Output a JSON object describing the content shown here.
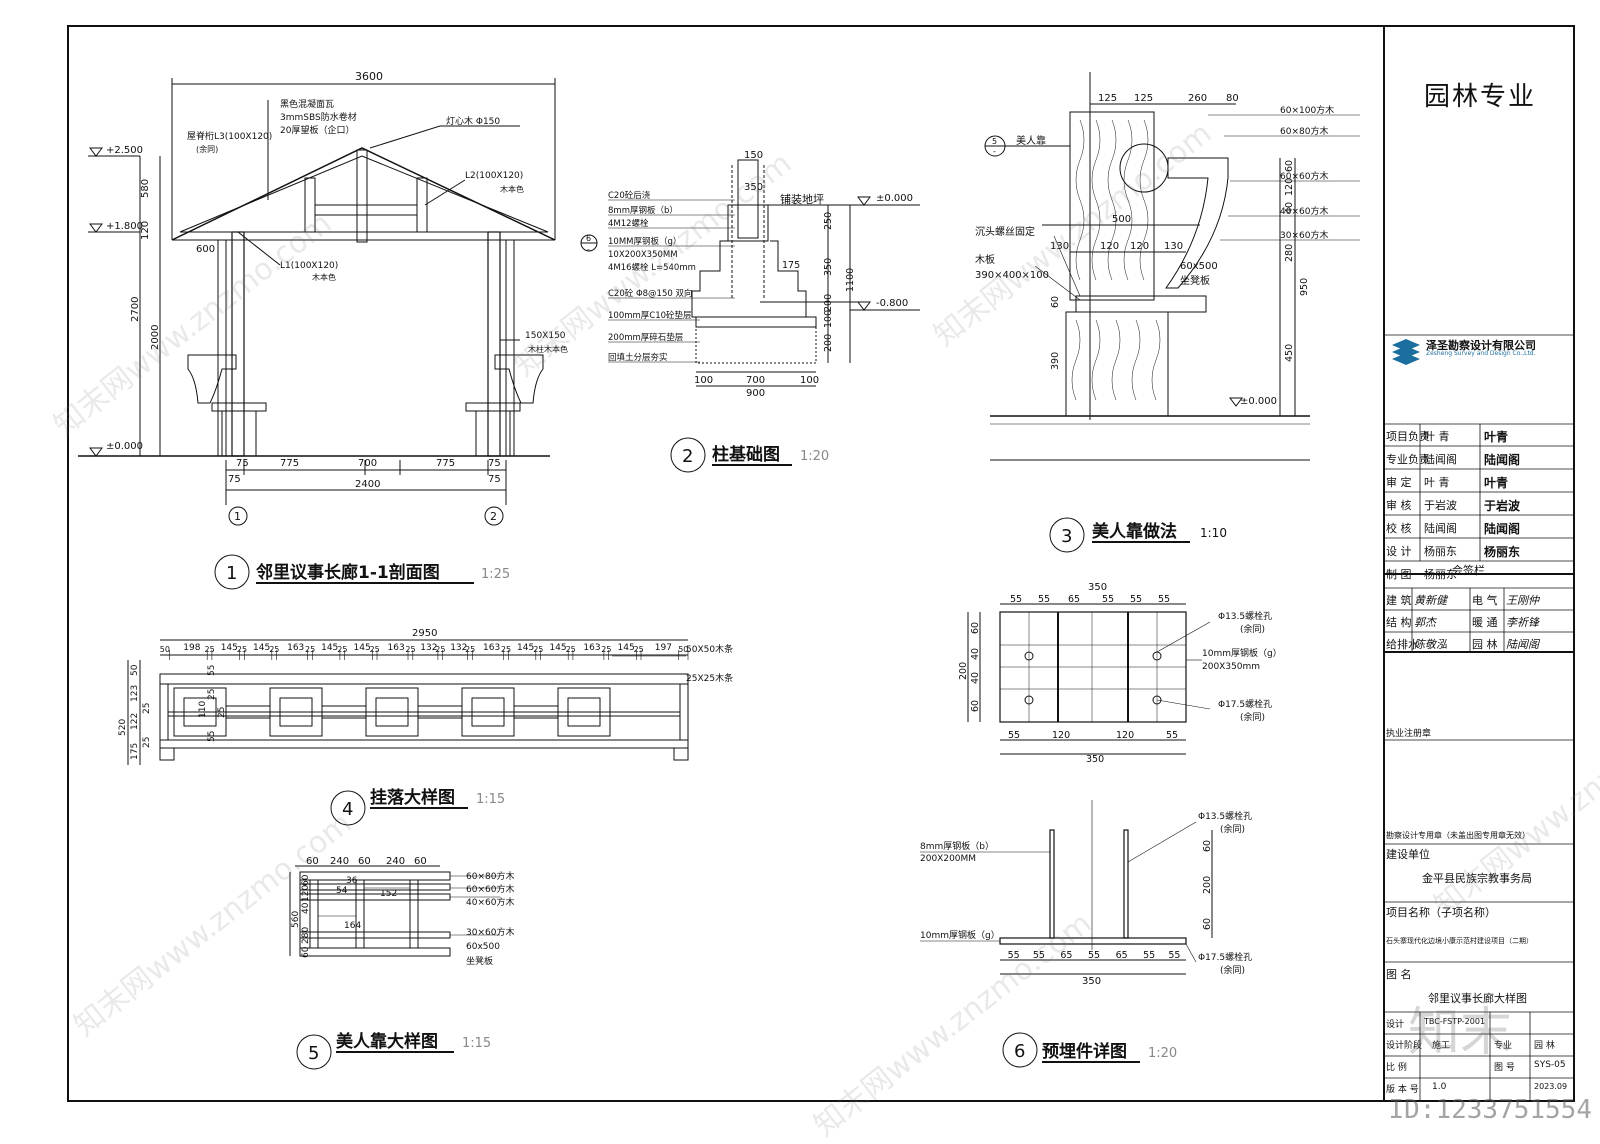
{
  "titleblock": {
    "discipline": "园林专业",
    "company": "泽圣勘察设计有限公司",
    "company_en": "Zesheng Survey and Design Co.,Ltd.",
    "roles": [
      {
        "role": "项目负责",
        "name": "叶 青",
        "sign": "叶青"
      },
      {
        "role": "专业负责",
        "name": "陆闻阁",
        "sign": "陆闻阁"
      },
      {
        "role": "审 定",
        "name": "叶 青",
        "sign": "叶青"
      },
      {
        "role": "审 核",
        "name": "于岩波",
        "sign": "于岩波"
      },
      {
        "role": "校 核",
        "name": "陆闻阁",
        "sign": "陆闻阁"
      },
      {
        "role": "设 计",
        "name": "杨丽东",
        "sign": "杨丽东"
      },
      {
        "role": "制 图",
        "name": "杨丽东",
        "sign": ""
      }
    ],
    "countersign_title": "会签栏",
    "countersign": [
      {
        "a": "建 筑",
        "as": "黄新健",
        "b": "电 气",
        "bs": "王刚仲"
      },
      {
        "a": "结 构",
        "as": "郭杰",
        "b": "暖 通",
        "bs": "李祈锋"
      },
      {
        "a": "给排水",
        "as": "陈敬泓",
        "b": "园 林",
        "bs": "陆闻阁"
      }
    ],
    "reg_stamp": "执业注册章",
    "survey_stamp": "勘察设计专用章（未盖出图专用章无效）",
    "client_label": "建设单位",
    "client": "金平县民族宗教事务局",
    "project_label": "项目名称（子项名称）",
    "project": "石头寨现代化边境小康示范村建设项目（二期）",
    "drawing_label": "图 名",
    "drawing": "邻里议事长廊大样图",
    "row_design": "设计",
    "row_design_no": "TBC-FSTP-2001",
    "row_stage": "设计阶段",
    "row_stage_val": "施工",
    "row_major": "专业",
    "row_major_val": "园 林",
    "row_scale": "比 例",
    "row_sheet": "图 号",
    "row_sheet_val": "SYS-05",
    "row_version": "版 本 号",
    "row_version_val": "1.0",
    "row_date_val": "2023.09"
  },
  "views": {
    "v1": {
      "num": "1",
      "title": "邻里议事长廊1-1剖面图",
      "scale": "1:25"
    },
    "v2": {
      "num": "2",
      "title": "柱基础图",
      "scale": "1:20"
    },
    "v3": {
      "num": "3",
      "title": "美人靠做法",
      "scale": "1:10"
    },
    "v4": {
      "num": "4",
      "title": "挂落大样图",
      "scale": "1:15"
    },
    "v5": {
      "num": "5",
      "title": "美人靠大样图",
      "scale": "1:15"
    },
    "v6": {
      "num": "6",
      "title": "预埋件详图",
      "scale": "1:20"
    }
  },
  "v1_labels": {
    "top": "3600",
    "e1": "+2.500",
    "e2": "+1.800",
    "e3": "±0.000",
    "n1": "黑色混凝面瓦",
    "n2": "3mmSBS防水卷材",
    "n3": "20厚望板（企口）",
    "n4": "屋脊桁L3(100X120)",
    "n4b": "(余同)",
    "n5": "灯心木 Φ150",
    "n6": "L2(100X120)",
    "n6b": "木本色",
    "n7": "L1(100X120)",
    "n7b": "木本色",
    "n8": "600",
    "n9": "150X150",
    "n9b": "木柱木本色",
    "h1": "580",
    "h2": "120",
    "h3": "2700",
    "h4": "2000",
    "b1": "75",
    "b2": "775",
    "b3": "700",
    "b4": "775",
    "b5": "75",
    "b6": "75",
    "b7": "75",
    "tot": "2400",
    "ax1": "1",
    "ax2": "2"
  },
  "v2_labels": {
    "d150": "150",
    "d350": "350",
    "pave": "铺装地坪",
    "l1": "C20砼后浇",
    "l2": "8mm厚钢板（b）",
    "l3": "4M12螺栓",
    "l4": "10MM厚钢板（g）",
    "l5": "10X200X350MM",
    "l6": "4M16螺栓 L=540mm",
    "l7": "C20砼 Φ8@150 双向",
    "l8": "100mm厚C10砼垫层",
    "l9": "200mm厚碎石垫层",
    "l10": "回填土分层夯实",
    "ref": "6",
    "refb": "-",
    "e0": "±0.000",
    "e1": "-0.800",
    "h250": "250",
    "h350": "350",
    "h1100": "1100",
    "h200": "200",
    "h100": "100",
    "h200b": "200",
    "w175": "175",
    "b100": "100",
    "b700": "700",
    "b100b": "100",
    "b900": "900"
  },
  "v3_labels": {
    "t125": "125",
    "t125b": "125",
    "t260": "260",
    "t80": "80",
    "ref": "5",
    "refb": "-",
    "m1": "美人靠",
    "r1": "60×100方木",
    "r2": "60×80方木",
    "r3": "60×60方木",
    "r4": "40×60方木",
    "r5": "30×60方木",
    "w500": "500",
    "w130": "130",
    "w120": "120",
    "w120b": "120",
    "w130b": "130",
    "m2": "沉头螺丝固定",
    "m3": "木板",
    "m4": "390×400×100",
    "m5": "60x500",
    "m6": "坐凳板",
    "h60": "60",
    "h120": "120",
    "h40": "40",
    "h280": "280",
    "h950": "950",
    "h450": "450",
    "h60b": "60",
    "h390": "390",
    "e0": "±0.000"
  },
  "v4_labels": {
    "top": "2950",
    "segs": [
      "50",
      "198",
      "25",
      "145",
      "25",
      "145",
      "25",
      "163",
      "25",
      "145",
      "25",
      "145",
      "25",
      "163",
      "25",
      "132",
      "25",
      "132",
      "25",
      "163",
      "25",
      "145",
      "25",
      "145",
      "25",
      "163",
      "25",
      "145",
      "25",
      "197",
      "50"
    ],
    "m1": "50X50木条",
    "m2": "25X25木条",
    "l50": "50",
    "l123": "123",
    "l122": "122",
    "l175": "175",
    "l25": "25",
    "l25b": "25",
    "l520": "520",
    "c55": "55",
    "c25": "25",
    "c55b": "55",
    "c110": "110",
    "c25b": "25"
  },
  "v5_labels": {
    "t1": "60",
    "t2": "240",
    "t3": "60",
    "t4": "240",
    "t5": "60",
    "r1": "60×80方木",
    "r2": "60×60方木",
    "r3": "40×60方木",
    "r4": "30×60方木",
    "r5": "60x500",
    "r6": "坐凳板",
    "h60": "60",
    "h120": "120",
    "h40": "40",
    "h280": "280",
    "h560": "560",
    "h60b": "60",
    "i36": "36",
    "i152": "152",
    "i54": "54",
    "i164": "164"
  },
  "v6a_labels": {
    "top": "350",
    "t55": "55",
    "t55b": "55",
    "t65": "65",
    "t55c": "55",
    "t55d": "55",
    "t55e": "55",
    "h60": "60",
    "h40": "40",
    "h200": "200",
    "h40b": "40",
    "h60b": "60",
    "b55": "55",
    "b120": "120",
    "b120b": "120",
    "b55b": "55",
    "b350": "350",
    "n1": "Φ13.5螺栓孔",
    "n1b": "(余同)",
    "n2": "10mm厚钢板（g）",
    "n3": "200X350mm",
    "n4": "Φ17.5螺栓孔",
    "n4b": "(余同)"
  },
  "v6b_labels": {
    "n1": "8mm厚钢板（b）",
    "n2": "200X200MM",
    "n3": "Φ13.5螺栓孔",
    "n3b": "(余同)",
    "n4": "10mm厚钢板（g）",
    "n5": "Φ17.5螺栓孔",
    "n5b": "(余同)",
    "h60": "60",
    "h200": "200",
    "h60b": "60",
    "b": [
      "55",
      "55",
      "65",
      "55",
      "65",
      "55",
      "55"
    ],
    "b350": "350"
  },
  "watermark": {
    "text": "知末网www.znzmo.com",
    "logo": "知末",
    "id": "ID:1233751554"
  }
}
